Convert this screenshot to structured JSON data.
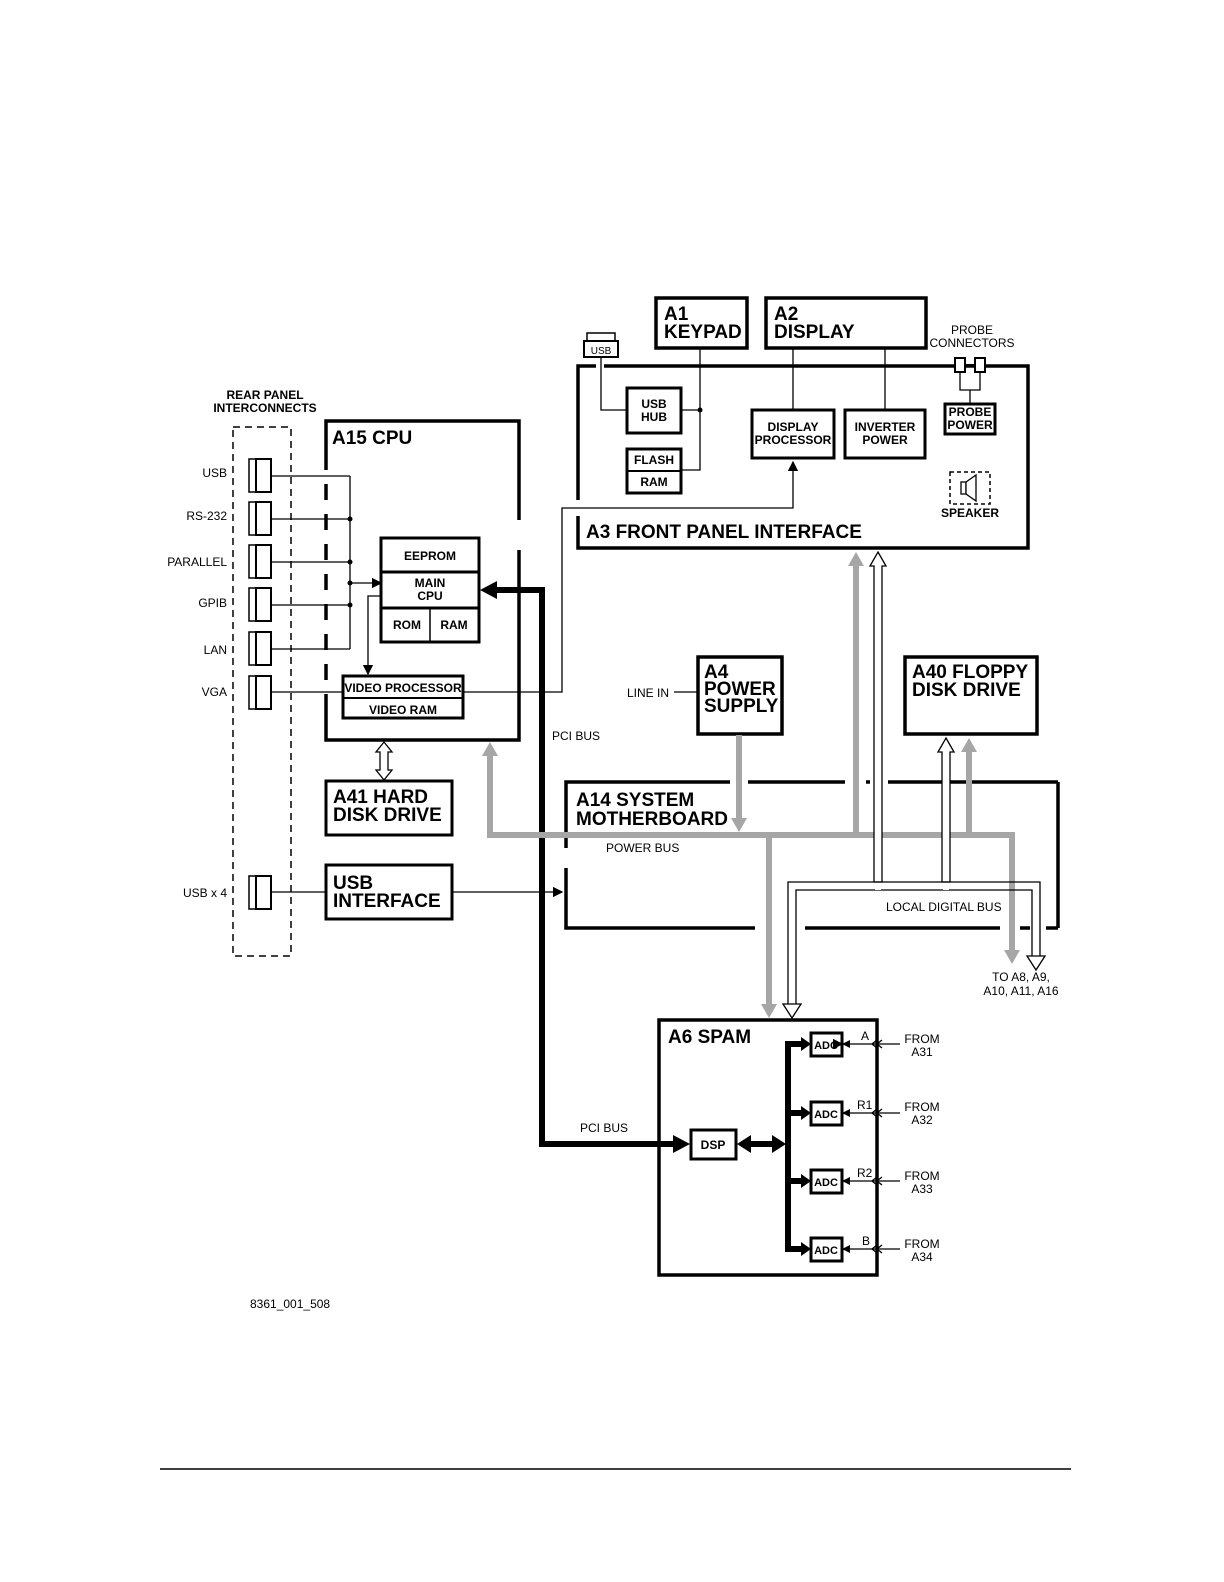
{
  "diagram": {
    "rear_panel": {
      "title_line1": "REAR PANEL",
      "title_line2": "INTERCONNECTS",
      "ports": [
        "USB",
        "RS-232",
        "PARALLEL",
        "GPIB",
        "LAN",
        "VGA"
      ],
      "usb4": "USB x 4"
    },
    "cpu": {
      "title": "A15 CPU",
      "eeprom": "EEPROM",
      "main_cpu_line1": "MAIN",
      "main_cpu_line2": "CPU",
      "rom": "ROM",
      "ram": "RAM",
      "video_processor": "VIDEO PROCESSOR",
      "video_ram": "VIDEO RAM"
    },
    "hard_disk": {
      "line1": "A41 HARD",
      "line2": "DISK DRIVE"
    },
    "usb_interface": {
      "line1": "USB",
      "line2": "INTERFACE"
    },
    "front_panel": {
      "title": "A3 FRONT PANEL INTERFACE",
      "usb_connector": "USB",
      "usb_hub_line1": "USB",
      "usb_hub_line2": "HUB",
      "flash": "FLASH",
      "ram": "RAM",
      "display_processor_line1": "DISPLAY",
      "display_processor_line2": "PROCESSOR",
      "inverter_power_line1": "INVERTER",
      "inverter_power_line2": "POWER",
      "probe_power_line1": "PROBE",
      "probe_power_line2": "POWER",
      "probe_connectors_line1": "PROBE",
      "probe_connectors_line2": "CONNECTORS",
      "speaker": "SPEAKER"
    },
    "keypad": {
      "line1": "A1",
      "line2": "KEYPAD"
    },
    "display": {
      "line1": "A2",
      "line2": "DISPLAY"
    },
    "power_supply": {
      "line1": "A4",
      "line2": "POWER",
      "line3": "SUPPLY",
      "line_in": "LINE IN"
    },
    "floppy": {
      "line1": "A40 FLOPPY",
      "line2": "DISK DRIVE"
    },
    "motherboard": {
      "line1": "A14 SYSTEM",
      "line2": "MOTHERBOARD",
      "power_bus": "POWER BUS",
      "local_digital_bus": "LOCAL DIGITAL BUS"
    },
    "pci_bus_top": "PCI BUS",
    "pci_bus_bottom": "PCI BUS",
    "to_boards_line1": "TO A8, A9,",
    "to_boards_line2": "A10, A11, A16",
    "spam": {
      "title": "A6 SPAM",
      "dsp": "DSP",
      "adcs": [
        {
          "label": "ADC",
          "channel": "A",
          "from_line1": "FROM",
          "from_line2": "A31"
        },
        {
          "label": "ADC",
          "channel": "R1",
          "from_line1": "FROM",
          "from_line2": "A32"
        },
        {
          "label": "ADC",
          "channel": "R2",
          "from_line1": "FROM",
          "from_line2": "A33"
        },
        {
          "label": "ADC",
          "channel": "B",
          "from_line1": "FROM",
          "from_line2": "A34"
        }
      ]
    },
    "figure_id": "8361_001_508"
  }
}
